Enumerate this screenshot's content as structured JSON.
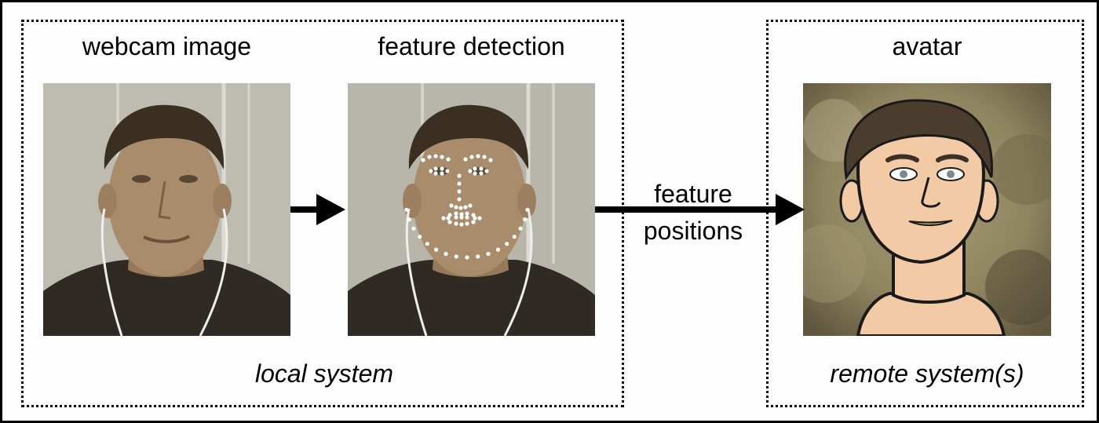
{
  "panels": {
    "webcam": {
      "title": "webcam image"
    },
    "detection": {
      "title": "feature detection"
    },
    "avatar": {
      "title": "avatar"
    }
  },
  "systems": {
    "local": {
      "caption": "local system"
    },
    "remote": {
      "caption": "remote system(s)"
    }
  },
  "transfer": {
    "line1": "feature",
    "line2": "positions"
  },
  "colors": {
    "background": "#ffffff",
    "border": "#000000",
    "webcam_bg": "#b8b6ab",
    "shirt": "#2f2a24",
    "skin_photo": "#a88c6c",
    "hair": "#3b2f22",
    "landmark_dots": "#ffffff",
    "avatar_bg": "#8f8460",
    "avatar_skin": "#f2caa6"
  },
  "icons": [
    "right-arrow-icon",
    "right-arrow-icon"
  ]
}
